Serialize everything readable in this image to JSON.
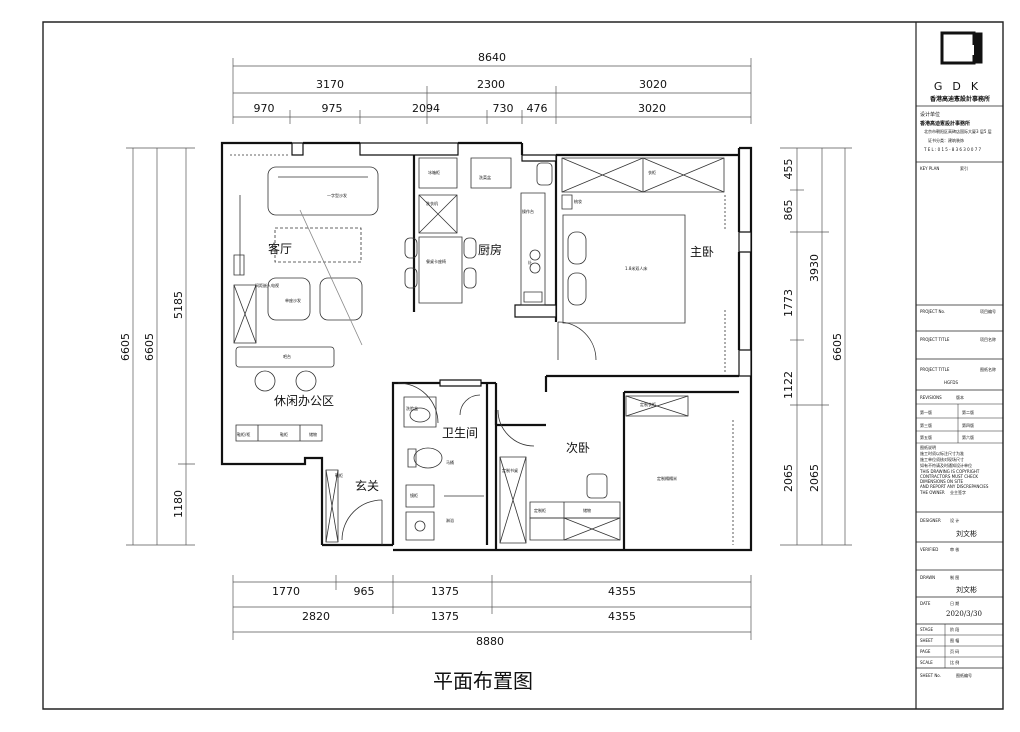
{
  "drawing_title": "平面布置图",
  "dimensions": {
    "top_total": "8640",
    "top_row2": [
      "3170",
      "2300",
      "3020"
    ],
    "top_row3": [
      "970",
      "975",
      "2094",
      "730",
      "476",
      "3020"
    ],
    "bottom_row1": [
      "1770",
      "965",
      "1375",
      "4355"
    ],
    "bottom_row2": [
      "2820",
      "1375",
      "4355"
    ],
    "bottom_total": "8880",
    "left_outer": [
      "6605",
      "6605"
    ],
    "left_inner": [
      "5185",
      "1180"
    ],
    "right_inner": [
      "455",
      "865",
      "1773",
      "1122",
      "2065"
    ],
    "right_outer_mid": [
      "3930",
      "2065"
    ],
    "right_total": "6605"
  },
  "rooms": {
    "living": "客厅",
    "kitchen": "厨房",
    "master_bedroom": "主卧",
    "office": "休闲办公区",
    "bathroom": "卫生间",
    "second_bedroom": "次卧",
    "entrance": "玄关"
  },
  "furniture_labels": {
    "sofa_3": "一字型沙发",
    "tv_cabinet": "电视柜",
    "tv_wall": "间距嵌入电视",
    "armchairs": "单座沙发",
    "bar": "吧台",
    "shoe1": "鞋柜/柜",
    "shoe2": "鞋柜",
    "shoe3": "储物",
    "fridge": "冰箱柜",
    "sink": "洗菜盆",
    "washer": "洗衣机",
    "dining": "餐桌卡座椅",
    "prep": "操作台",
    "stove": "灶",
    "master_bed": "1.8米双人床",
    "wardrobe_top": "衣柜",
    "vanity": "梳妆",
    "wash_basin": "洗脸盆",
    "toilet": "马桶",
    "shower": "淋浴",
    "mirror_cab": "镜柜",
    "ward2": "定制衣柜",
    "study": "定制书桌",
    "shelf": "定制柜",
    "storage": "储物",
    "bed2": "定制榻榻米"
  },
  "title_block": {
    "logo_letters": "GDK",
    "firm_name": "香港高迪愙設計事務所",
    "design_unit_label": "设计单位",
    "design_unit_value": "香港高迪愙設計事務所",
    "address": "北京市朝阳区高碑店国际大厦3 层5 层",
    "cert": "证书分类：建筑装饰",
    "tel": "T E L : 0 1 5 - 8 3 6 3 0 0 7 7",
    "key_plan": "KEY PLAN",
    "key_plan_cn": "索引",
    "project_no": "PROJECT No.",
    "project_no_cn": "项目编号",
    "project_title": "PROJECT TITLE",
    "project_title_cn": "项目名称",
    "project_title2": "PROJECT TITLE",
    "project_title2_cn": "图纸名称",
    "project_code": "HGFDS",
    "revisions": "REVISIONS",
    "revisions_cn": "版本",
    "rev_rows": [
      [
        "第一版",
        "第二版"
      ],
      [
        "第三版",
        "第四版"
      ],
      [
        "第五版",
        "第六版"
      ]
    ],
    "notice_cn": [
      "图纸说明",
      "施工时须以标注尺寸为准",
      "施工单位须核对现场尺寸",
      "如有不符请及时通知设计单位"
    ],
    "notice_en": [
      "THIS DRAWING IS COPYRIGHT",
      "CONTRACTORS MUST CHECK",
      "DIMENSIONS ON SITE",
      "AND REPORT ANY DISCREPANCIES"
    ],
    "owner": "THE OWNER",
    "owner_cn": "业主签字",
    "designer": "DESIGNER",
    "designer_cn": "设 计",
    "designer_name": "刘文彬",
    "verified": "VERIFIED",
    "verified_cn": "审 核",
    "drawn": "DRAWN",
    "drawn_cn": "制 图",
    "drawn_name": "刘文彬",
    "date": "DATE",
    "date_cn": "日 期",
    "date_value": "2020/3/30",
    "stage": "STAGE",
    "stage_cn": "阶 段",
    "sheet": "SHEET",
    "sheet_cn": "图 幅",
    "page": "PAGE",
    "page_cn": "页 码",
    "scale": "SCALE",
    "scale_cn": "比 例",
    "sheet_no": "SHEET No.",
    "sheet_no_cn": "图纸编号"
  }
}
